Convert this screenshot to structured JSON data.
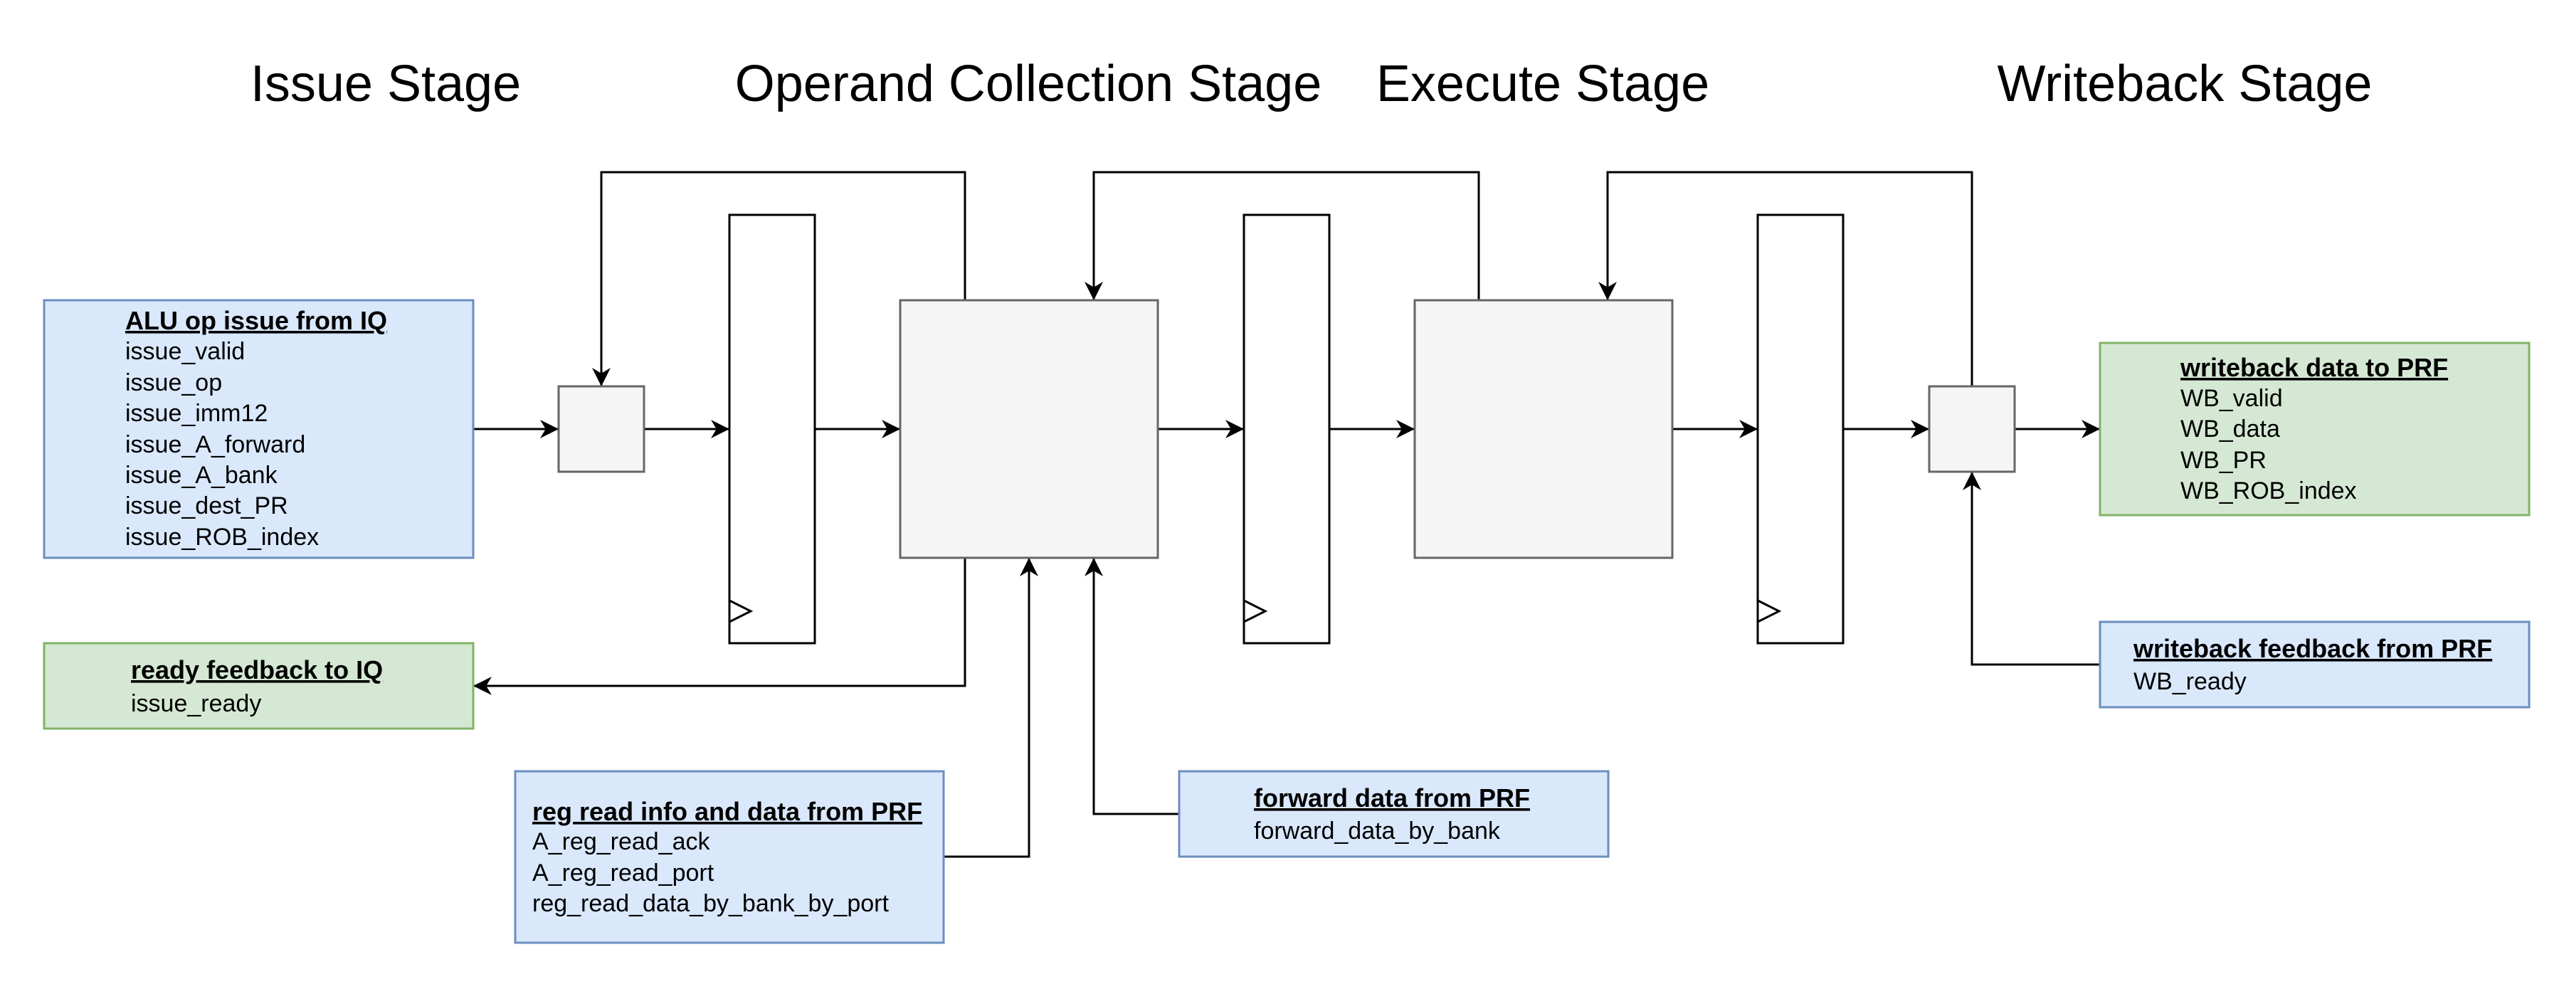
{
  "stages": {
    "issue": "Issue Stage",
    "operand": "Operand Collection Stage",
    "execute": "Execute Stage",
    "writeback": "Writeback Stage"
  },
  "alu_issue": {
    "title": "ALU op issue from IQ",
    "signals": [
      "issue_valid",
      "issue_op",
      "issue_imm12",
      "issue_A_forward",
      "issue_A_bank",
      "issue_dest_PR",
      "issue_ROB_index"
    ]
  },
  "ready_feedback": {
    "title": "ready feedback to IQ",
    "signals": [
      "issue_ready"
    ]
  },
  "reg_read": {
    "title": "reg read info and data from PRF",
    "signals": [
      "A_reg_read_ack",
      "A_reg_read_port",
      "reg_read_data_by_bank_by_port"
    ]
  },
  "forward_data": {
    "title": "forward data from PRF",
    "signals": [
      "forward_data_by_bank"
    ]
  },
  "writeback_data": {
    "title": "writeback data to PRF",
    "signals": [
      "WB_valid",
      "WB_data",
      "WB_PR",
      "WB_ROB_index"
    ]
  },
  "writeback_feedback": {
    "title": "writeback feedback from PRF",
    "signals": [
      "WB_ready"
    ]
  },
  "colors": {
    "input_fill": "#dae8fc",
    "input_stroke": "#6c8ebf",
    "output_fill": "#d5e8d4",
    "output_stroke": "#82b366",
    "block_fill": "#f5f5f5",
    "block_stroke": "#666666"
  }
}
